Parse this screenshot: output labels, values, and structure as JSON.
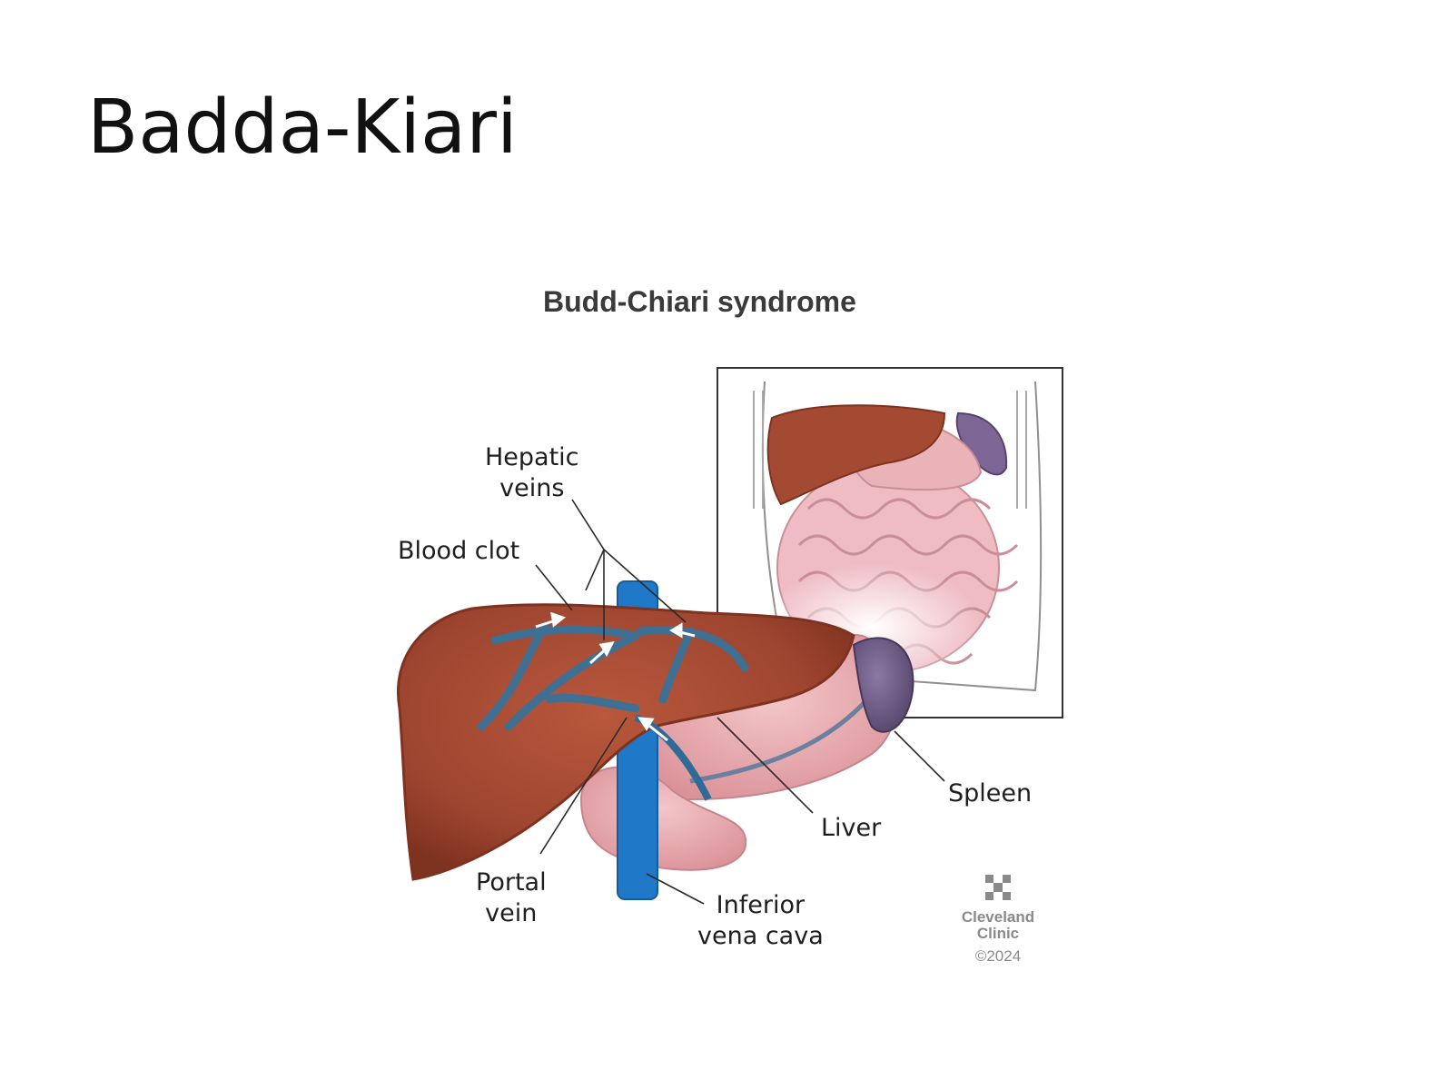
{
  "slide": {
    "title": "Badda-Kiari"
  },
  "figure": {
    "title": "Budd-Chiari syndrome",
    "labels": {
      "hepatic_veins": [
        "Hepatic",
        "veins"
      ],
      "blood_clot": "Blood clot",
      "spleen": "Spleen",
      "liver": "Liver",
      "portal_vein": [
        "Portal",
        "vein"
      ],
      "inferior_vena_cava": [
        "Inferior",
        "vena cava"
      ]
    },
    "credit": {
      "name": [
        "Cleveland",
        "Clinic"
      ],
      "copyright": "©2024"
    },
    "colors": {
      "liver": "#a54a32",
      "liver_edge": "#7e3220",
      "vein": "#1f78c8",
      "vein_branch": "#3f6f93",
      "stomach": "#e6a9ad",
      "spleen": "#6f5b86",
      "intestine": "#efbcc4"
    }
  }
}
